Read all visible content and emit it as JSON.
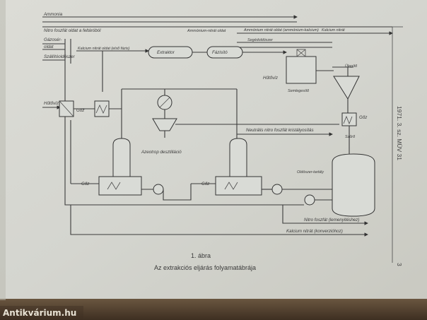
{
  "labels": {
    "ammonia": "Ammonia",
    "nitric_phosphate": "Nitro foszfát oldat a feltáróból",
    "scrubber": "Gázosér-",
    "solution_top": "oldat",
    "solvent": "Szállítóoldószer",
    "cooling_water_left": "Hűtővíz",
    "steam_left": "Gőz",
    "calcium_nitrate_solution": "Kalcium nitrát oldat (első fázis)",
    "extractor": "Extraktor",
    "separator": "Fázisító",
    "ammonium_nitrate_solution": "Ammónium-nitrát oldat",
    "ammonium_nitrate_conc": "Ammónium nitrát oldat (ammónium-kalcium)",
    "calcium_nitrate": "Kalcium nitrát",
    "aux_solution": "Segédoldószer",
    "cooling_water_right": "Hűtővíz",
    "crystallizer": "Semlegesítő",
    "waste": "Ülepítő",
    "steam_right": "Gőz",
    "filter": "Szűrő",
    "recycle": "Neutrális nitro foszfát kristályosítás",
    "azeotrope": "Azeotrop desztilláció",
    "steam_mid1": "Gőz",
    "steam_mid2": "Gőz",
    "storage_tank": "Oldószer-tartály",
    "nitric_phosphate_out": "Nitro foszfát (lemenyitéshez)",
    "calcium_nitrate_out": "Kalcium nitrát (konverzióhoz)"
  },
  "caption": {
    "number": "1. ábra",
    "title": "Az extrakciós eljárás folyamatábrája"
  },
  "margin_text": {
    "reference": "1971. 3. sz. MÜV 31",
    "page": "3"
  },
  "watermark": "Antikvárium.hu"
}
